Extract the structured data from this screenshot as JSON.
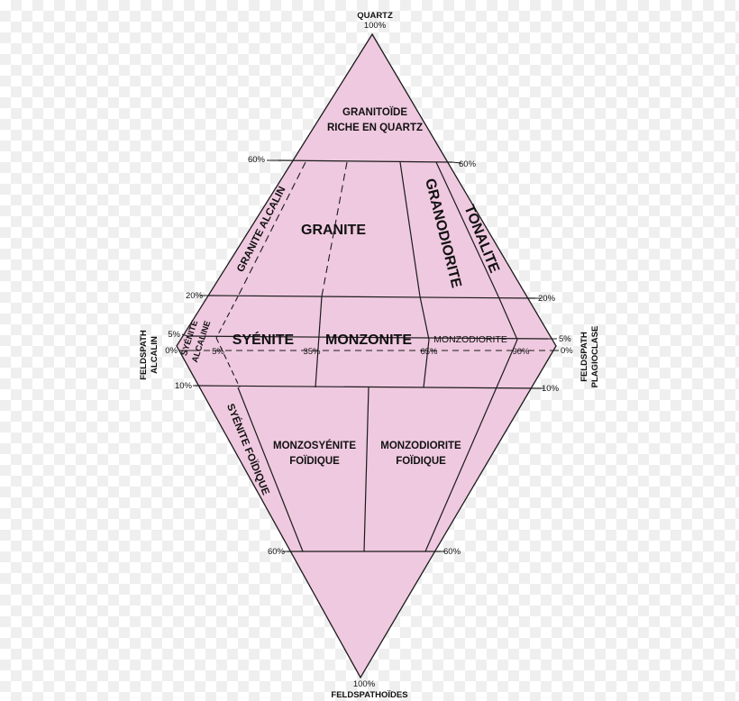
{
  "vertices": {
    "top": {
      "name": "QUARTZ",
      "pct": "100%"
    },
    "left": {
      "name_line1": "FELDSPATH",
      "name_line2": "ALCALIN"
    },
    "right": {
      "name_line1": "FELDSPATH",
      "name_line2": "PLAGIOCLASE"
    },
    "bottom": {
      "name": "FELDSPATHOÏDES",
      "pct": "100%"
    }
  },
  "edge_percents": {
    "q60_left": "60%",
    "q60_right": "60%",
    "q20_left": "20%",
    "q20_right": "20%",
    "q5_left": "5%",
    "q5_right": "5%",
    "q0_left": "0%",
    "q0_right": "0%",
    "f10_left": "10%",
    "f10_right": "10%",
    "f60_left": "60%",
    "f60_right": "60%"
  },
  "ratio_ticks": {
    "t5": "5%",
    "t35": "35%",
    "t65": "65%",
    "t90": "90%"
  },
  "fields": {
    "granitoide_line1": "GRANITOÏDE",
    "granitoide_line2": "RICHE EN QUARTZ",
    "granite_alcalin": "GRANITE ALCALIN",
    "granite": "GRANITE",
    "granodiorite": "GRANODIORITE",
    "tonalite": "TONALITE",
    "syenite_alcaline_line1": "SYÉNITE",
    "syenite_alcaline_line2": "ALCALINE",
    "syenite": "SYÉNITE",
    "monzonite": "MONZONITE",
    "monzodiorite": "MONZODIORITE",
    "syenite_foidique": "SYÉNITE FOÏDIQUE",
    "monzosyenite_line1": "MONZOSYÉNITE",
    "monzosyenite_line2": "FOÏDIQUE",
    "monzodiorite_foid_line1": "MONZODIORITE",
    "monzodiorite_foid_line2": "FOÏDIQUE"
  },
  "colors": {
    "fill": "#efc9e0",
    "stroke": "#1a1a1a"
  }
}
